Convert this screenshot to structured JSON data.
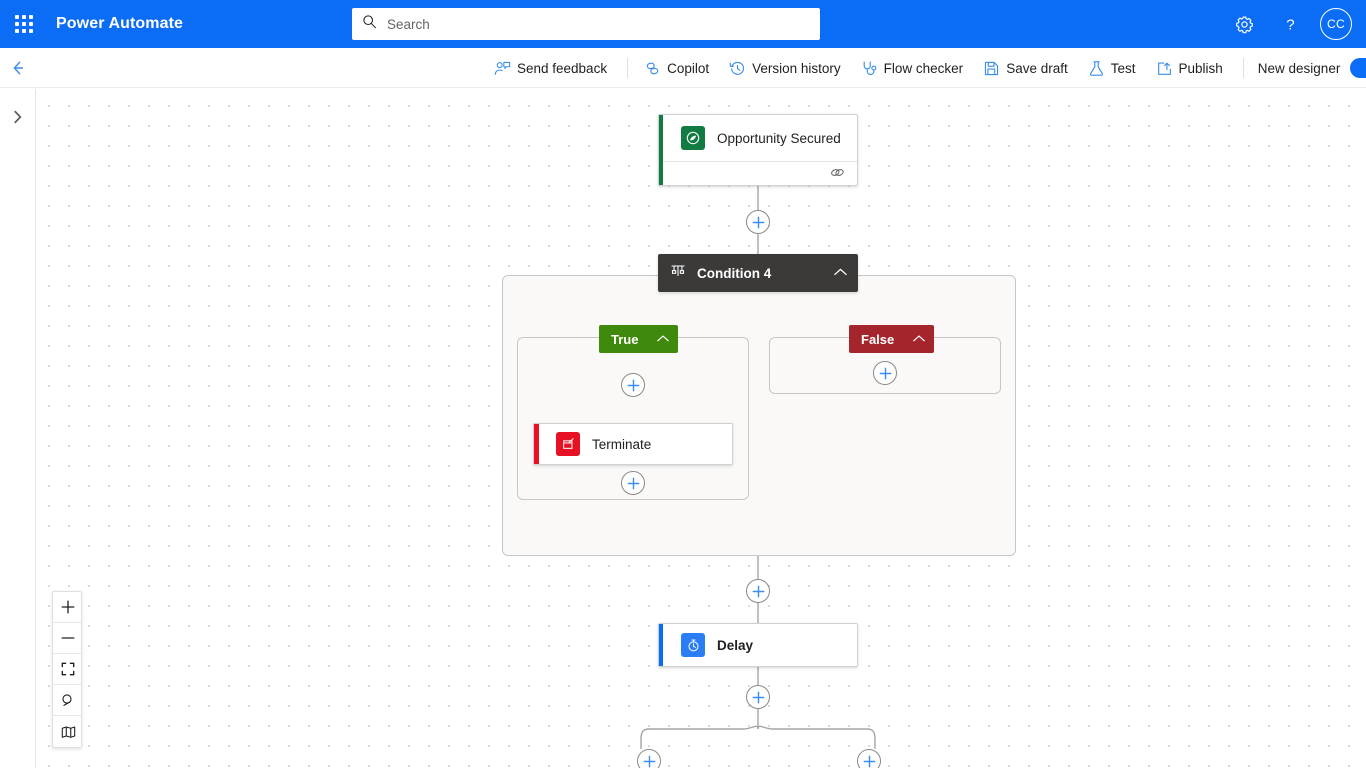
{
  "brand": {
    "waffle_icon": "app-launcher-waffle-icon",
    "title": "Power Automate",
    "settings_icon": "gear-icon",
    "help_icon": "help-question-icon",
    "avatar_initials": "CC"
  },
  "search": {
    "placeholder": "Search",
    "value": "",
    "icon": "search-icon"
  },
  "commandbar": {
    "back_icon": "back-arrow-icon",
    "items": [
      {
        "label": "Send feedback",
        "icon": "send-feedback-icon"
      },
      {
        "label": "Copilot",
        "icon": "copilot-icon"
      },
      {
        "label": "Version history",
        "icon": "history-clock-icon"
      },
      {
        "label": "Flow checker",
        "icon": "stethoscope-icon"
      },
      {
        "label": "Save draft",
        "icon": "save-floppy-icon"
      },
      {
        "label": "Test",
        "icon": "beaker-flask-icon"
      },
      {
        "label": "Publish",
        "icon": "publish-upload-icon"
      }
    ],
    "designer_toggle": {
      "label": "New designer",
      "state": "on"
    }
  },
  "left_rail": {
    "expander_icon": "chevron-right-icon"
  },
  "canvas": {
    "trigger": {
      "title": "Opportunity Secured",
      "icon": "dataverse-icon",
      "accent_color": "#107c41",
      "footer_icon": "connection-link-icon"
    },
    "condition": {
      "title": "Condition 4",
      "icon": "condition-branch-icon",
      "collapse_icon": "chevron-up-icon",
      "header_color": "#3b3a39",
      "branches": [
        {
          "label": "True",
          "color": "#3f8a0c",
          "collapse_icon": "chevron-up-icon",
          "actions": [
            {
              "title": "Terminate",
              "icon": "terminate-icon",
              "accent_color": "#e81123"
            }
          ]
        },
        {
          "label": "False",
          "color": "#a4262c",
          "collapse_icon": "chevron-up-icon",
          "actions": []
        }
      ]
    },
    "delay": {
      "title": "Delay",
      "icon": "stopwatch-icon",
      "accent_color": "#0b6cf5"
    },
    "add_buttons": [
      {
        "name": "add-step-after-trigger"
      },
      {
        "name": "add-step-true-branch-top"
      },
      {
        "name": "add-step-true-branch-bottom"
      },
      {
        "name": "add-step-false-branch"
      },
      {
        "name": "add-step-after-condition"
      },
      {
        "name": "add-step-after-delay"
      },
      {
        "name": "add-step-parallel-left"
      },
      {
        "name": "add-step-parallel-right"
      }
    ],
    "plus_icon": "plus-icon"
  },
  "zoom_controls": [
    {
      "name": "zoom-in-button",
      "icon": "plus-icon"
    },
    {
      "name": "zoom-out-button",
      "icon": "minus-icon"
    },
    {
      "name": "fit-to-screen-button",
      "icon": "fit-screen-icon"
    },
    {
      "name": "search-canvas-button",
      "icon": "search-icon"
    },
    {
      "name": "minimap-button",
      "icon": "map-icon"
    }
  ],
  "colors": {
    "brand_blue": "#0b6cf5",
    "accent_blue": "#3b8eea",
    "edge_gray": "#a7a5a3",
    "scope_fill": "#faf9f8",
    "scope_border": "#c8c6c4"
  }
}
